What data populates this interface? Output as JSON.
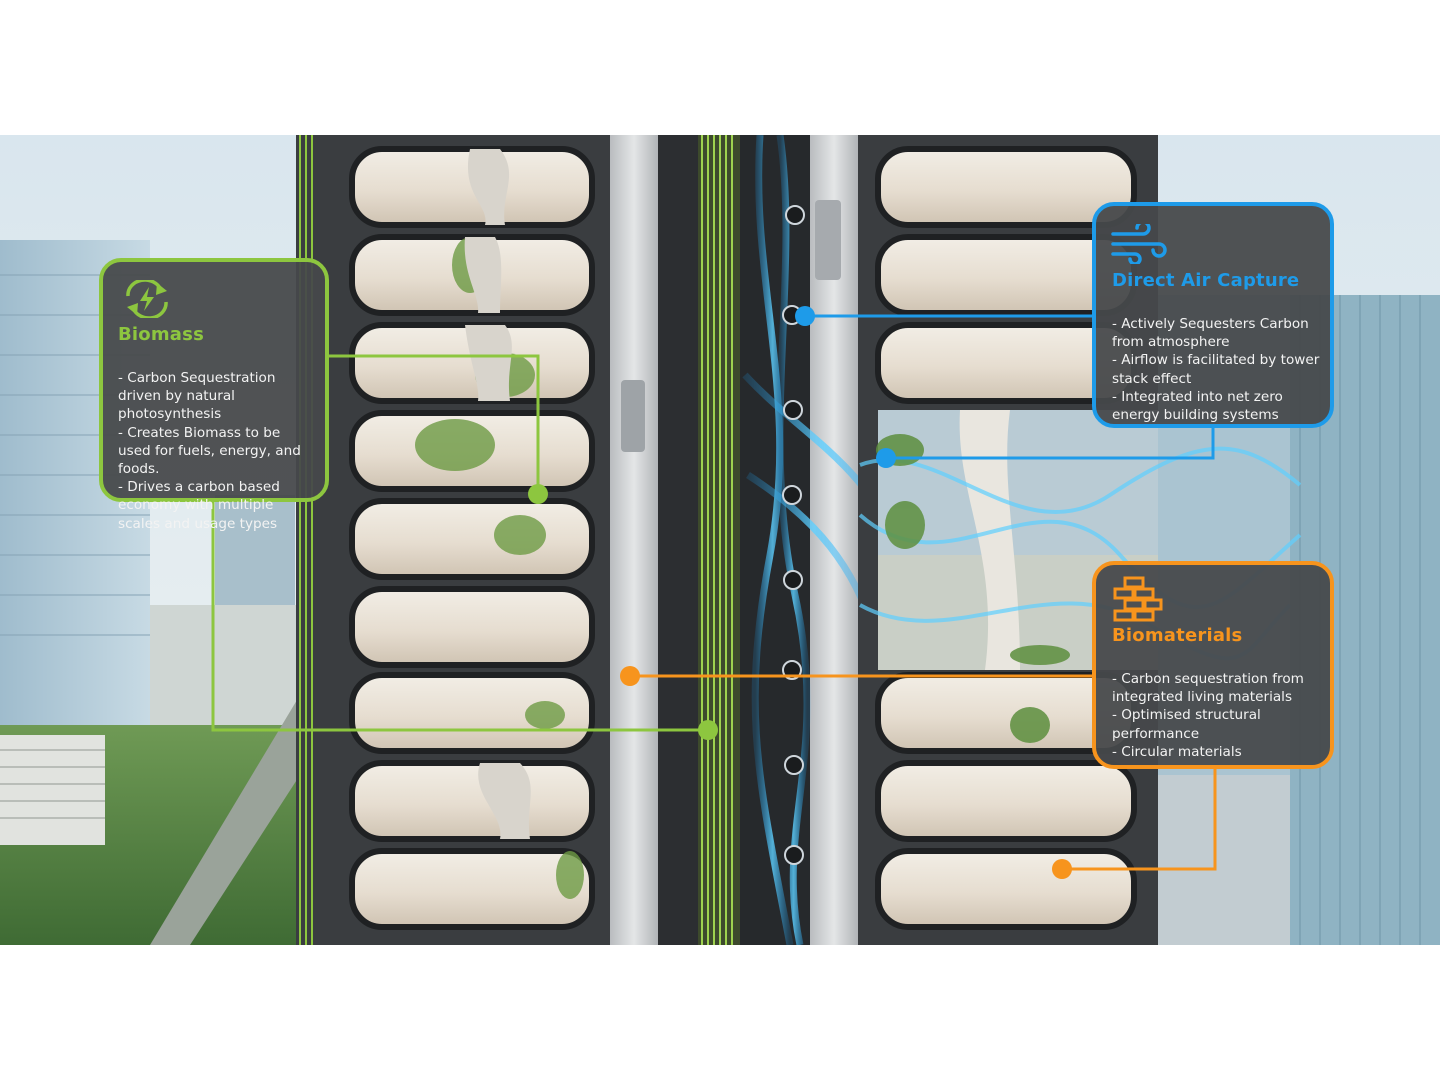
{
  "callouts": {
    "biomass": {
      "title": "Biomass",
      "icon": "recycle-energy-icon",
      "color": "#8dc63f",
      "bullets": [
        "- Carbon Sequestration driven by natural photosynthesis",
        "- Creates Biomass to be used for fuels, energy, and foods.",
        "- Drives a carbon based economy with multiple scales and usage types"
      ]
    },
    "direct_air_capture": {
      "title": "Direct Air Capture",
      "icon": "wind-icon",
      "color": "#1e9be9",
      "bullets": [
        "- Actively Sequesters Carbon from atmosphere",
        "- Airflow is facilitated by tower stack effect",
        "- Integrated into net zero energy building systems"
      ]
    },
    "biomaterials": {
      "title": "Biomaterials",
      "icon": "brick-wall-icon",
      "color": "#f7941d",
      "bullets": [
        "- Carbon sequestration from integrated living materials",
        "- Optimised structural performance",
        "- Circular materials"
      ]
    }
  }
}
